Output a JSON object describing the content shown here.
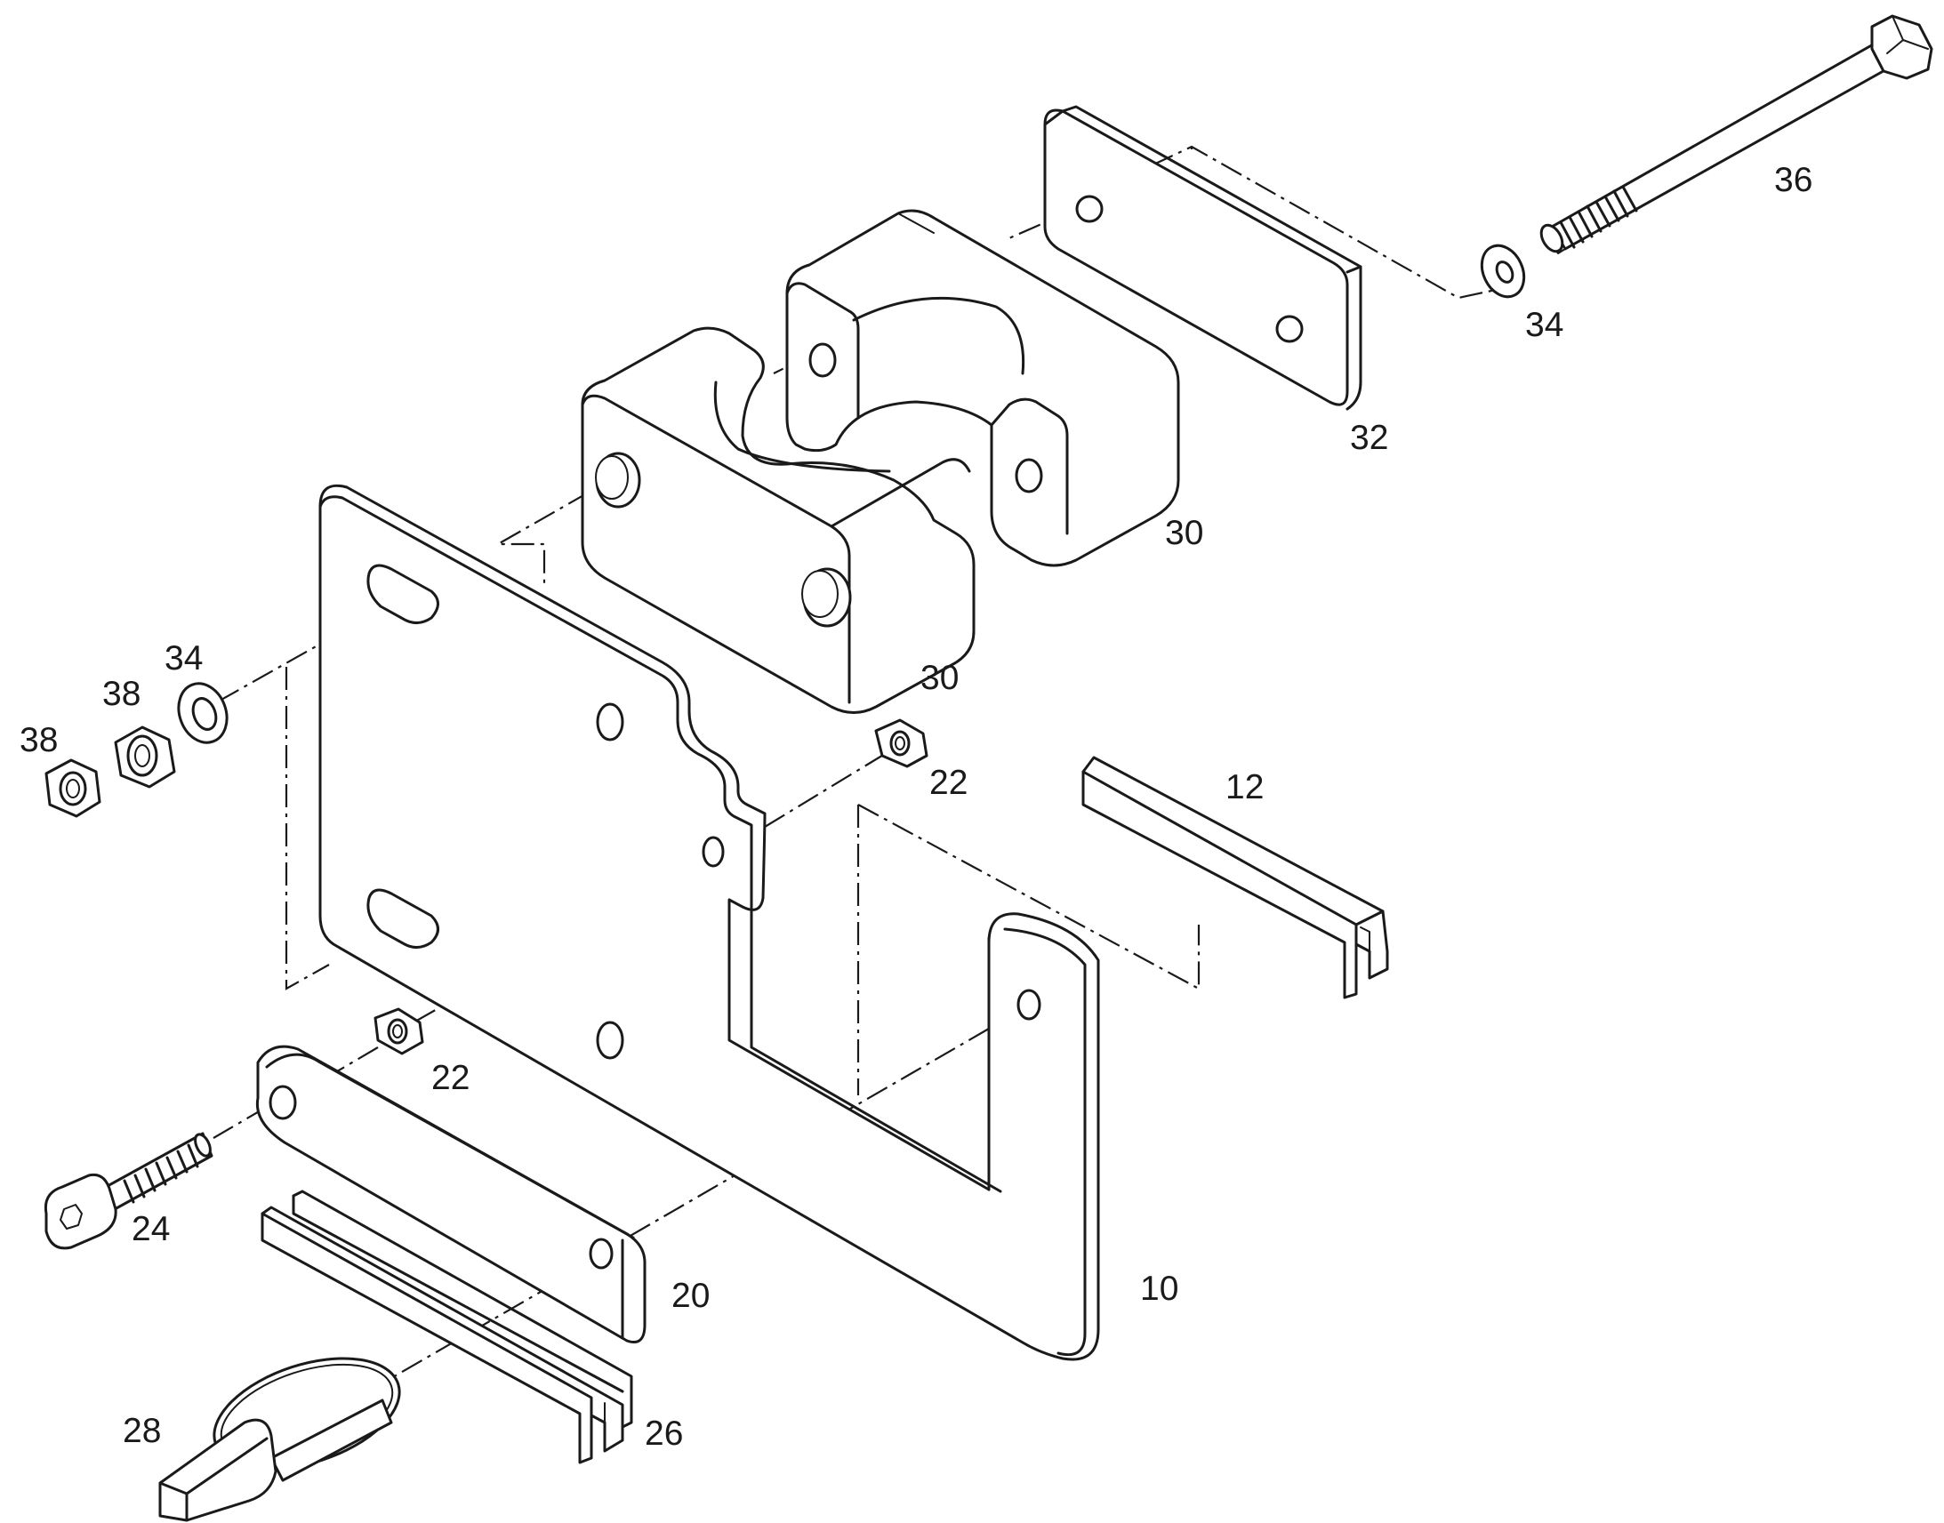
{
  "diagram": {
    "callouts": [
      {
        "id": "c36",
        "label": "36"
      },
      {
        "id": "c34a",
        "label": "34"
      },
      {
        "id": "c32",
        "label": "32"
      },
      {
        "id": "c30a",
        "label": "30"
      },
      {
        "id": "c30b",
        "label": "30"
      },
      {
        "id": "c34b",
        "label": "34"
      },
      {
        "id": "c38a",
        "label": "38"
      },
      {
        "id": "c38b",
        "label": "38"
      },
      {
        "id": "c22a",
        "label": "22"
      },
      {
        "id": "c12",
        "label": "12"
      },
      {
        "id": "c22b",
        "label": "22"
      },
      {
        "id": "c24",
        "label": "24"
      },
      {
        "id": "c20",
        "label": "20"
      },
      {
        "id": "c10",
        "label": "10"
      },
      {
        "id": "c28",
        "label": "28"
      },
      {
        "id": "c26",
        "label": "26"
      }
    ]
  }
}
